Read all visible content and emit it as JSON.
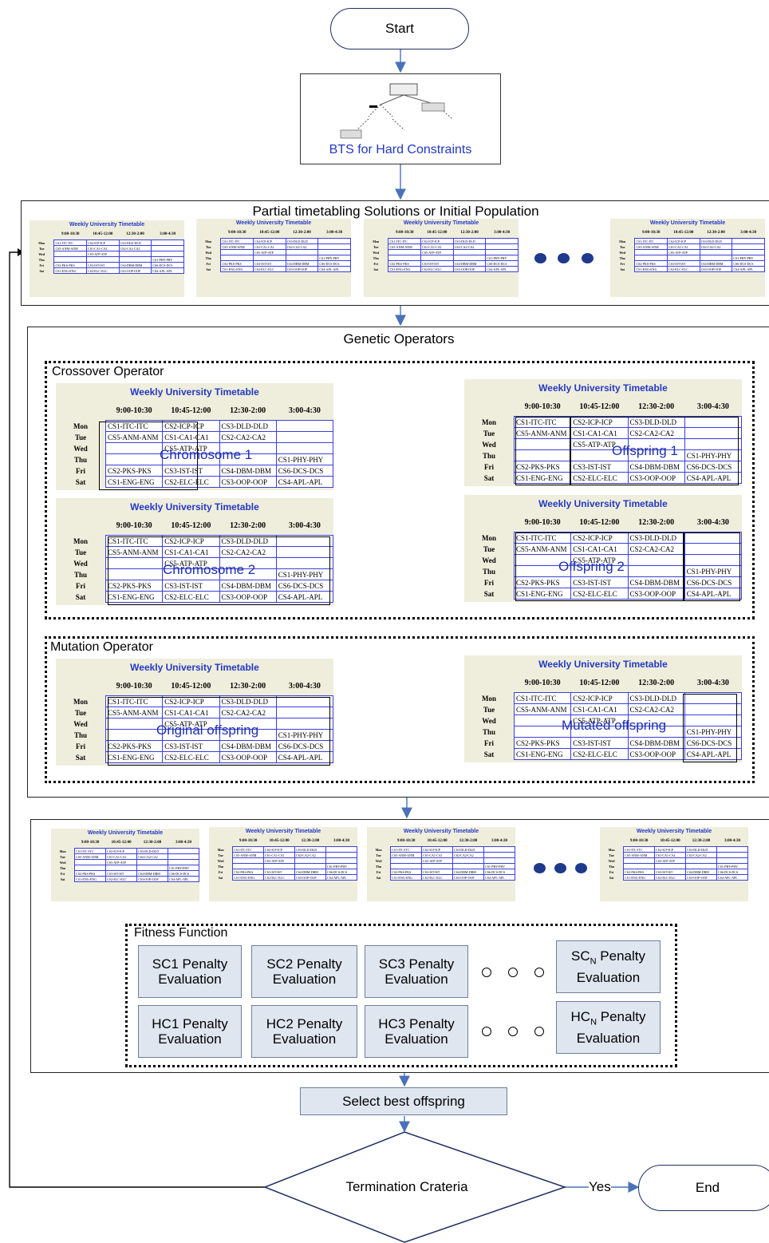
{
  "start_label": "Start",
  "bts_label": "BTS for Hard Constraints",
  "population_title": "Partial timetabling Solutions or Initial Population",
  "genetic_title": "Genetic Operators",
  "crossover_title": "Crossover Operator",
  "mutation_title": "Mutation  Operator",
  "fitness_title": "Fitness Function",
  "select_label": "Select best offspring",
  "termination_label": "Termination Crateria",
  "yes_label": "Yes",
  "end_label": "End",
  "overlays": {
    "chromosome1": "Chromosome  1",
    "chromosome2": "Chromosome  2",
    "offspring1": "Offspring  1",
    "offspring2": "Offspring  2",
    "original": "Original offspring",
    "mutated": "Mutated offspring"
  },
  "penalty_boxes": {
    "sc1": "SC1 Penalty Evaluation",
    "sc2": "SC2 Penalty Evaluation",
    "sc3": "SC3 Penalty Evaluation",
    "scn_main": "SC",
    "scn_sub": "N",
    "scn_rest": " Penalty Evaluation",
    "hc1": "HC1 Penalty Evaluation",
    "hc2": "HC2 Penalty Evaluation",
    "hc3": "HC3 Penalty Evaluation",
    "hcn_main": "HC",
    "hcn_sub": "N",
    "hcn_rest": " Penalty Evaluation"
  },
  "timetable": {
    "title": "Weekly University Timetable",
    "headers": [
      "",
      "9:00-10:30",
      "10:45-12:00",
      "12:30-2:00",
      "3:00-4:30"
    ],
    "days": [
      "Mon",
      "Tue",
      "Wed",
      "Thu",
      "Fri",
      "Sat"
    ],
    "grid_a": [
      [
        "CS1-ITC-ITC",
        "CS2-ICP-ICP",
        "CS3-DLD-DLD",
        ""
      ],
      [
        "CS5-ANM-ANM",
        "CS1-CA1-CA1",
        "CS2-CA2-CA2",
        ""
      ],
      [
        "",
        "CS5-ATP-ATP",
        "",
        ""
      ],
      [
        "",
        "",
        "",
        "CS1-PHY-PHY"
      ],
      [
        "CS2-PKS-PKS",
        "CS3-IST-IST",
        "CS4-DBM-DBM",
        "CS6-DCS-DCS"
      ],
      [
        "CS1-ENG-ENG",
        "CS2-ELC-ELC",
        "CS3-OOP-OOP",
        "CS4-APL-APL"
      ]
    ]
  }
}
